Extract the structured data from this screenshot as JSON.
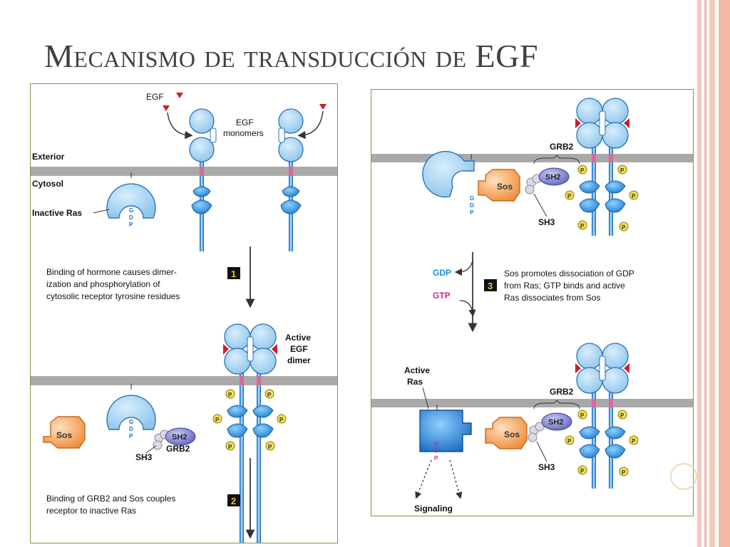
{
  "slide": {
    "title": "Mecanismo de transducción de EGF"
  },
  "panel_left": {
    "egf": "EGF",
    "egf_monomers_1": "EGF",
    "egf_monomers_2": "monomers",
    "exterior": "Exterior",
    "cytosol": "Cytosol",
    "inactive_ras": "Inactive Ras",
    "gdp": "GDP",
    "step1_num": "1",
    "step1_lines": [
      "Binding of hormone causes dimer-",
      "ization and phosphorylation of",
      "cytosolic receptor tyrosine residues"
    ],
    "active_dimer": [
      "Active",
      "EGF",
      "dimer"
    ],
    "sos": "Sos",
    "sh2": "SH2",
    "sh3": "SH3",
    "grb2": "GRB2",
    "p": "P",
    "step2_num": "2",
    "step2_lines": [
      "Binding of GRB2 and Sos  couples",
      "receptor to inactive Ras"
    ]
  },
  "panel_right": {
    "grb2": "GRB2",
    "sos": "Sos",
    "sh2": "SH2",
    "sh3": "SH3",
    "gdp_letters": "GDP",
    "gdp": "GDP",
    "gtp": "GTP",
    "step3_num": "3",
    "step3_lines": [
      "Sos promotes dissociation of GDP",
      "from Ras; GTP binds and active",
      "Ras dissociates from Sos"
    ],
    "active_ras": [
      "Active",
      "Ras"
    ],
    "gtp_letters": "GTP",
    "signaling": "Signaling",
    "p": "P"
  },
  "colors": {
    "receptor_blue": "#4aa3e0",
    "receptor_light": "#bfe0f8",
    "membrane": "#a9a9a9",
    "sos_orange": "#f5a25a",
    "sh2_purple": "#6b6fc4",
    "phosphate_yellow": "#f1e04a",
    "egf_red": "#c8202a",
    "deco_salmon": "#f4b8a8"
  }
}
